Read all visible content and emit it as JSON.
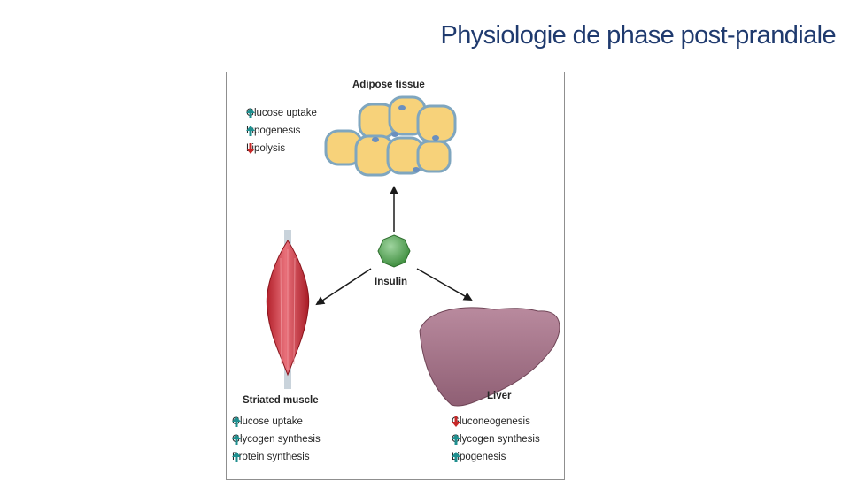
{
  "slide": {
    "title": "Physiologie de phase post-prandiale"
  },
  "colors": {
    "title": "#1f3a6e",
    "increase": "#1f8f8f",
    "decrease": "#c62828"
  },
  "figure": {
    "hormone": {
      "label": "Insulin",
      "color": "#5fa85f"
    },
    "adipose": {
      "title": "Adipose tissue",
      "effects": [
        {
          "label": "Glucose uptake",
          "direction": "up"
        },
        {
          "label": "Lipogenesis",
          "direction": "up"
        },
        {
          "label": "Lipolysis",
          "direction": "down"
        }
      ]
    },
    "muscle": {
      "title": "Striated muscle",
      "effects": [
        {
          "label": "Glucose uptake",
          "direction": "up"
        },
        {
          "label": "Glycogen synthesis",
          "direction": "up"
        },
        {
          "label": "Protein synthesis",
          "direction": "up"
        }
      ]
    },
    "liver": {
      "title": "Liver",
      "effects": [
        {
          "label": "Gluconeogenesis",
          "direction": "down"
        },
        {
          "label": "Glycogen synthesis",
          "direction": "up"
        },
        {
          "label": "Lipogenesis",
          "direction": "up"
        }
      ]
    }
  }
}
